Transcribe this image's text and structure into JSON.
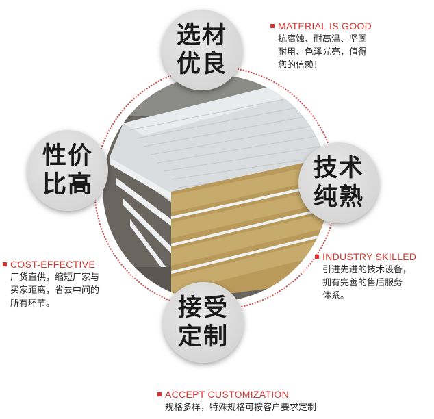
{
  "bubbles": {
    "material": {
      "line1": "选材",
      "line2": "优良"
    },
    "price": {
      "line1": "性价",
      "line2": "比高"
    },
    "skill": {
      "line1": "技术",
      "line2": "纯熟"
    },
    "custom": {
      "line1": "接受",
      "line2": "定制"
    }
  },
  "features": {
    "material": {
      "title": "MATERIAL IS GOOD",
      "lines": [
        "抗腐蚀、耐高温、坚固",
        "耐用、色泽光亮，值得",
        "您的信赖！"
      ]
    },
    "cost": {
      "title": "COST-EFFECTIVE",
      "lines": [
        "厂货直供，缩短厂家与",
        "买家距离，省去中间的",
        "所有环节。"
      ]
    },
    "industry": {
      "title": "INDUSTRY SKILLED",
      "lines": [
        "引进先进的技术设备，",
        "拥有完善的售后服务",
        "体系。"
      ]
    },
    "custom": {
      "title": "ACCEPT CUSTOMIZATION",
      "lines": [
        "规格多样，特殊规格可按客户要求定制"
      ]
    }
  },
  "colors": {
    "accent": "#d8332c",
    "bubble": "#dcdcdc",
    "ring": "#d24a4a"
  },
  "photo": {
    "subject": "stacked rock wool sandwich panels"
  }
}
